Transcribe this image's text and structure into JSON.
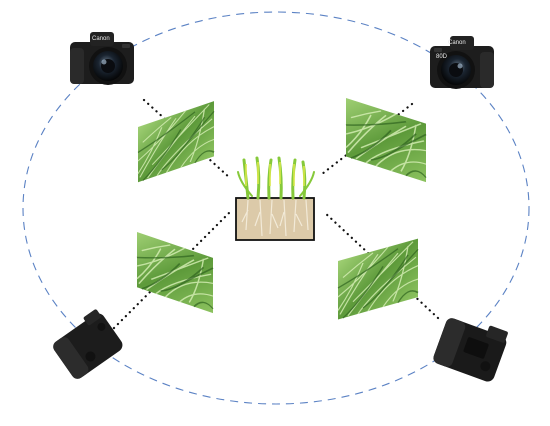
{
  "cameras": [
    {
      "name": "camera-top-left",
      "brand": "Canon",
      "model": ""
    },
    {
      "name": "camera-top-right",
      "brand": "Canon",
      "model": "80D"
    },
    {
      "name": "camera-bottom-left",
      "brand": "",
      "model": ""
    },
    {
      "name": "camera-bottom-right",
      "brand": "",
      "model": ""
    }
  ],
  "views": [
    {
      "name": "grass-view-top-left"
    },
    {
      "name": "grass-view-top-right"
    },
    {
      "name": "grass-view-bottom-left"
    },
    {
      "name": "grass-view-bottom-right"
    }
  ],
  "colors": {
    "orbit": "#5b82c4",
    "sightline": "#111111",
    "camera_body": "#1d1d1d",
    "grass_dark": "#3f7a2c",
    "grass_light": "#a6d27a",
    "soil": "#d9c7a6",
    "plant": "#8bcf3f"
  }
}
